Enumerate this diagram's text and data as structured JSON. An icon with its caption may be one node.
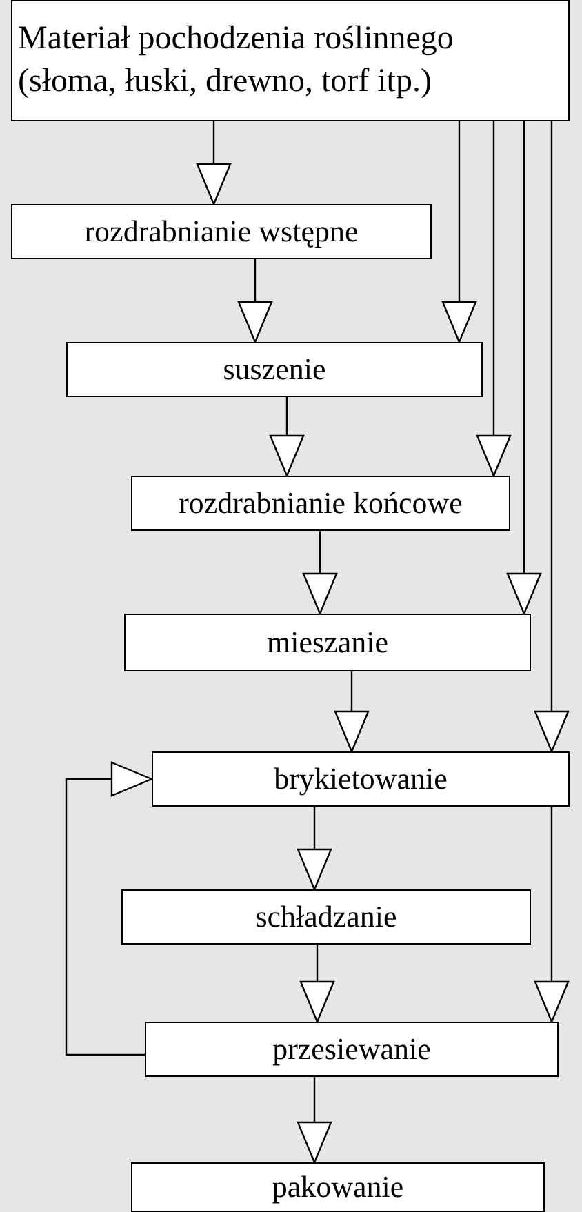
{
  "diagram": {
    "nodes": [
      {
        "text": [
          "Materiał pochodzenia roślinnego (słoma, łuski, drewno, torf itp.)"
        ]
      },
      {
        "text": [
          "rozdrabnianie wstępne"
        ]
      },
      {
        "text": [
          "suszenie"
        ]
      },
      {
        "text": [
          "rozdrabnianie końcowe"
        ]
      },
      {
        "text": [
          "mieszanie"
        ]
      },
      {
        "text": [
          "brykietowanie"
        ]
      },
      {
        "text": [
          "schładzanie"
        ]
      },
      {
        "text": [
          "przesiewanie"
        ]
      },
      {
        "text": [
          "pakowanie"
        ]
      }
    ],
    "edges": [
      {
        "from": 0,
        "to": 1,
        "arrow": "to"
      },
      {
        "from": 0,
        "to": 2,
        "arrow": "to"
      },
      {
        "from": 0,
        "to": 3,
        "arrow": "to"
      },
      {
        "from": 0,
        "to": 4,
        "arrow": "to"
      },
      {
        "from": 0,
        "to": 5,
        "arrow": "to"
      },
      {
        "from": 1,
        "to": 2,
        "arrow": "to"
      },
      {
        "from": 2,
        "to": 3,
        "arrow": "to"
      },
      {
        "from": 3,
        "to": 4,
        "arrow": "to"
      },
      {
        "from": 4,
        "to": 5,
        "arrow": "to"
      },
      {
        "from": 5,
        "to": 6,
        "arrow": "to"
      },
      {
        "from": 6,
        "to": 7,
        "arrow": "to"
      },
      {
        "from": 5,
        "to": 7,
        "arrow": "to"
      },
      {
        "from": 7,
        "to": 5,
        "arrow": "to"
      },
      {
        "from": 7,
        "to": 8,
        "arrow": "to"
      }
    ]
  }
}
